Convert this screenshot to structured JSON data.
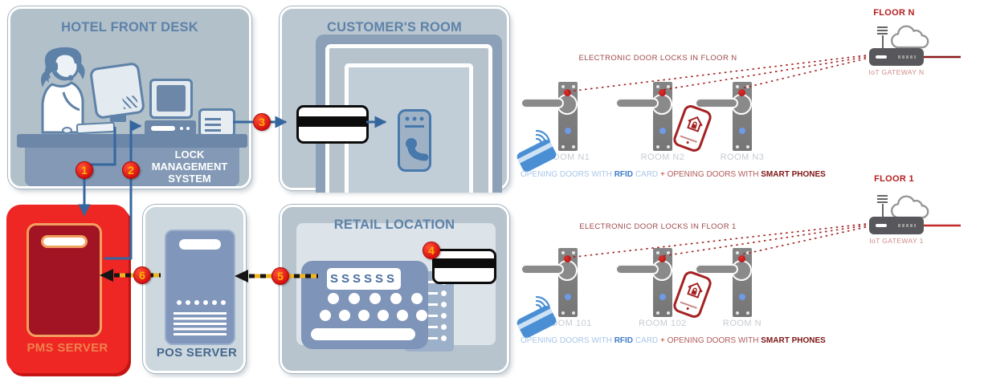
{
  "front_desk": {
    "title": "HOTEL FRONT DESK",
    "lock_mgmt": "LOCK MANAGEMENT SYSTEM"
  },
  "customers_room": {
    "title": "CUSTOMER'S ROOM"
  },
  "pms_server": {
    "label": "PMS SERVER"
  },
  "pos_server": {
    "label": "POS SERVER"
  },
  "retail": {
    "title": "RETAIL LOCATION",
    "register_display": "SSSSSS"
  },
  "steps": [
    "1",
    "2",
    "3",
    "4",
    "5",
    "6"
  ],
  "floors": [
    {
      "label": "FLOOR N",
      "gateway": "IoT GATEWAY N",
      "header": "ELECTRONIC DOOR LOCKS IN FLOOR N",
      "rooms": [
        "ROOM N1",
        "ROOM N2",
        "ROOM N3"
      ]
    },
    {
      "label": "FLOOR 1",
      "gateway": "IoT GATEWAY 1",
      "header": "ELECTRONIC DOOR LOCKS IN FLOOR 1",
      "rooms": [
        "ROOM 101",
        "ROOM 102",
        "ROOM N"
      ]
    }
  ],
  "caption": {
    "opening_blue": "OPENING DOORS WITH",
    "rfid": "RFID",
    "card": "CARD",
    "plus": "+",
    "opening_red": "OPENING DOORS WITH",
    "smart_phones": "SMART PHONES"
  },
  "colors": {
    "pms_red": "#ee2624",
    "steel_blue": "#5e82a8",
    "badge_red": "#d60f0f",
    "badge_number": "#ffb400",
    "floor_red": "#b41f1f",
    "link_dark_red": "#8b1a1a",
    "link_bright_red": "#c32a2a",
    "rfid_blue": "#4a8fd4",
    "phone_red": "#a42222",
    "lock_gray": "#7f7f7f"
  }
}
